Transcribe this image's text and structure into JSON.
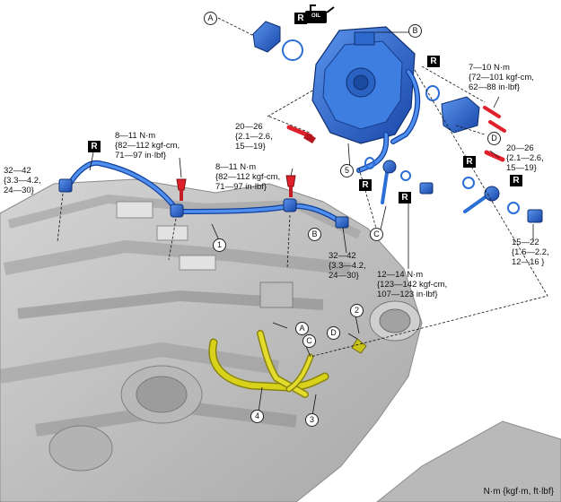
{
  "replace_label": "R",
  "oil_label": "OIL",
  "unit_note": "N·m {kgf·m, ft·lbf}",
  "callouts": {
    "c1": "1",
    "c2": "2",
    "c3": "3",
    "c4": "4",
    "c5": "5",
    "A": "A",
    "B": "B",
    "C": "C",
    "D": "D"
  },
  "torques": {
    "t_pipe_left": [
      "32—42",
      "{3.3—4.2,",
      "24—30}"
    ],
    "t_pipe_right": [
      "32—42",
      "{3.3—4.2,",
      "24—30}"
    ],
    "t_clamp_left": [
      "8—11 N·m",
      "{82—112 kgf-cm,",
      "71—97 in·lbf}"
    ],
    "t_clamp_right": [
      "8—11 N·m",
      "{82—112 kgf-cm,",
      "71—97 in·lbf}"
    ],
    "t_pump_bolt": [
      "20—26",
      "{2.1—2.6,",
      "15—19}"
    ],
    "t_sensor_bolts": [
      "7—10 N·m",
      "{72—101 kgf-cm,",
      "62—88 in·lbf}"
    ],
    "t_pump_bolt2": [
      "20—26",
      "{2.1—2.6,",
      "15—19}"
    ],
    "t_banjo": [
      "12—14 N·m",
      "{123—142 kgf-cm,",
      "107—123 in·lbf}"
    ],
    "t_union": [
      "15—22",
      "{1.6—2.2,",
      "12—16 }"
    ]
  },
  "colors": {
    "pump_blue": "#2b6fd6",
    "pipe_yellow": "#d8d21a",
    "bolt_red": "#e0202a",
    "engine_gray": "#c4c4c4"
  }
}
